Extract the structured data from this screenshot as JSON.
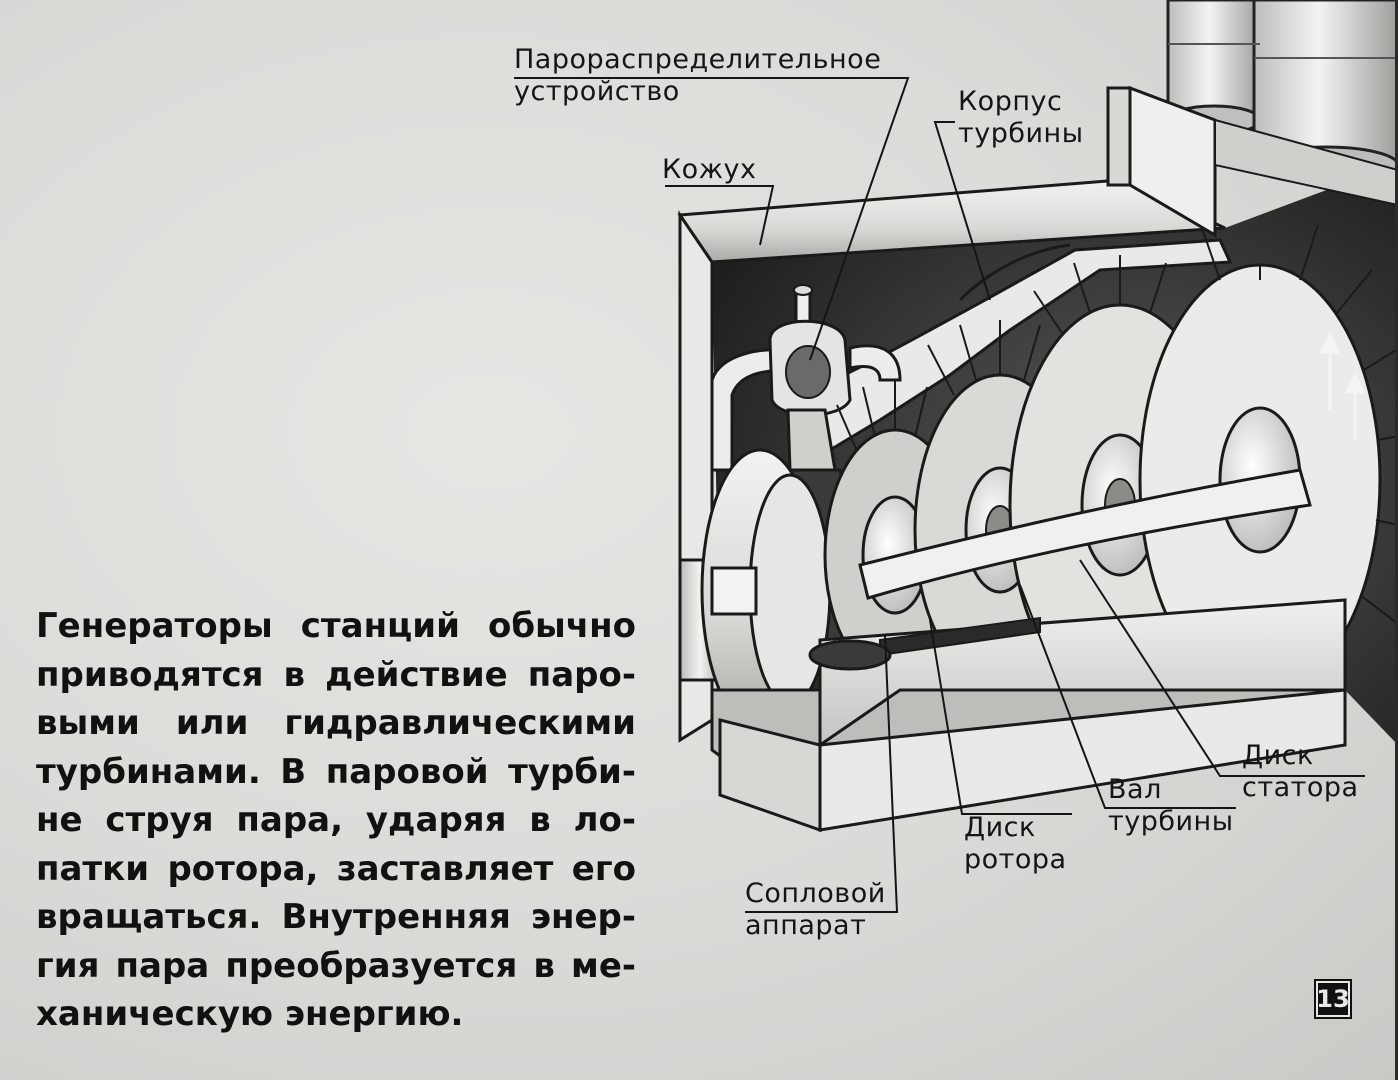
{
  "labels": {
    "steam_distributor": [
      "Парораспределительное",
      "устройство"
    ],
    "turbine_casing": [
      "Корпус",
      "турбины"
    ],
    "jacket": "Кожух",
    "stator_disc": [
      "Диск",
      "статора"
    ],
    "turbine_shaft": [
      "Вал",
      "турбины"
    ],
    "rotor_disc": [
      "Диск",
      "ротора"
    ],
    "nozzle_apparatus": [
      "Сопловой",
      "аппарат"
    ]
  },
  "caption_lines": [
    "Генераторы станций обычно",
    "приводятся в действие паро-",
    "выми или гидравлическими",
    "турбинами. В паровой турби-",
    "не струя пара, ударяя в ло-",
    "патки ротора, заставляет его",
    "вращаться. Внутренняя энер-",
    "гия пара преобразуется в ме-",
    "ханическую энергию."
  ],
  "page_number": "13",
  "colors": {
    "background": "#dcdcd9",
    "ink": "#141414",
    "metal_light": "#eeeeec",
    "metal_shadow": "#8a8a88",
    "interior_dark": "#2a2a2a"
  }
}
